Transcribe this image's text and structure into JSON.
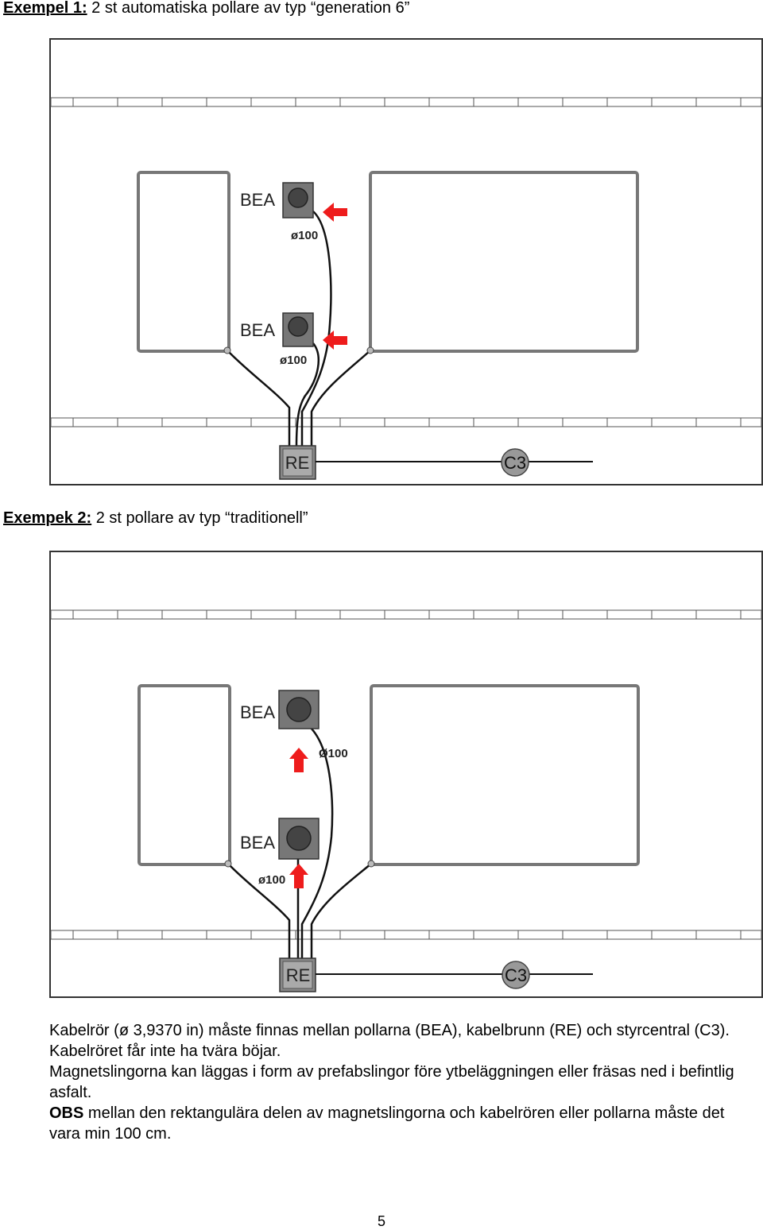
{
  "example1": {
    "lead": "Exempel 1:",
    "title": "2 st automatiska pollare av typ “generation 6”",
    "diagram": {
      "bollard_label": "BEA",
      "pipe_label": "ø100",
      "well_label": "RE",
      "central_label": "C3",
      "arrow_color": "#ee1c1c"
    }
  },
  "example2": {
    "lead": "Exempek 2:",
    "title": "2 st pollare av typ “traditionell”",
    "diagram": {
      "bollard_label": "BEA",
      "pipe_label": "Ø100",
      "pipe_label_lower": "ø100",
      "well_label": "RE",
      "central_label": "C3",
      "arrow_color": "#ee1c1c"
    }
  },
  "text": {
    "paragraph1": "Kabelrör (ø 3,9370 in) måste finnas mellan pollarna (BEA), kabelbrunn (RE) och styrcentral (C3). Kabelröret får inte ha tvära böjar.",
    "paragraph2": "Magnetslingorna kan läggas i form av prefabslingor före ytbeläggningen eller fräsas ned i befintlig asfalt.",
    "obs_label": "OBS",
    "paragraph3": "mellan den rektangulära delen av magnetslingorna och kabelrören eller pollarna måste det vara min 100 cm."
  },
  "page_number": "5"
}
